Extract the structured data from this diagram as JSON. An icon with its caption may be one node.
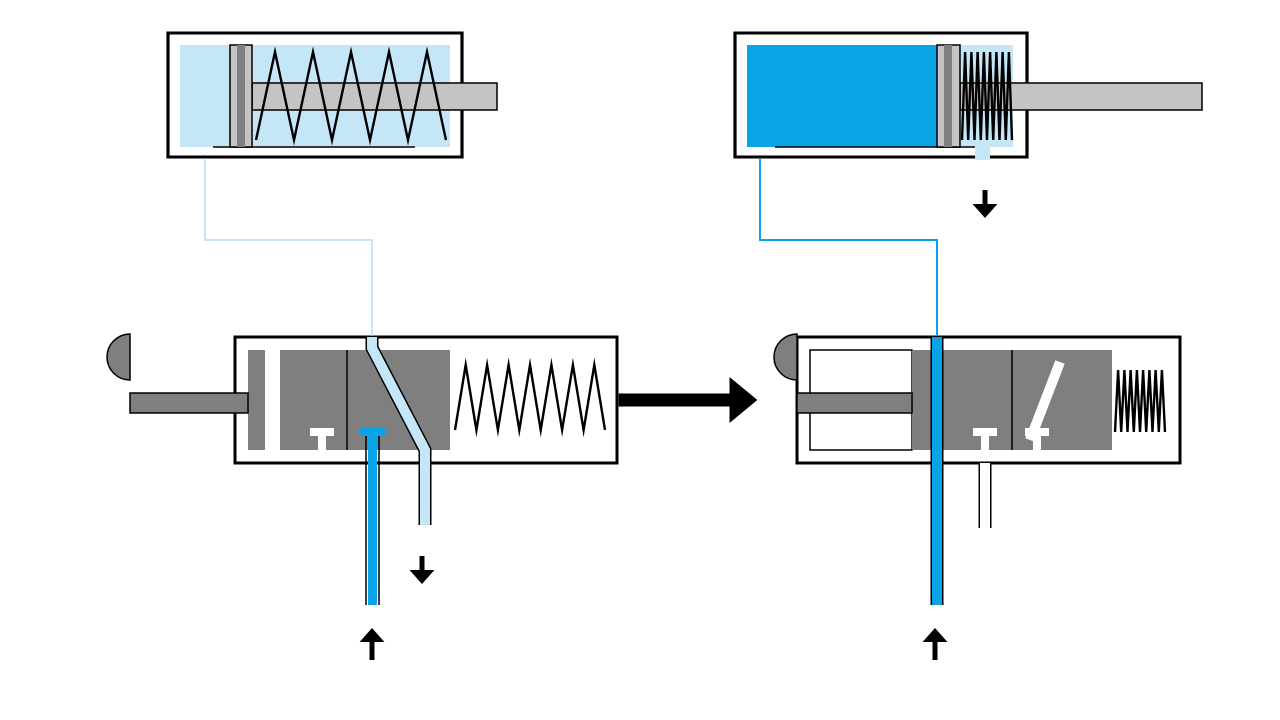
{
  "diagram": {
    "nodes": [
      {
        "text": [],
        "shape": "cylinder"
      },
      {
        "text": [],
        "shape": "box"
      },
      {
        "text": [],
        "shape": "cylinder"
      },
      {
        "text": [],
        "shape": "box"
      }
    ],
    "edges": [
      {
        "from": 1,
        "to": 0,
        "arrow": "none",
        "color": "#c5e6f7"
      },
      {
        "from": 3,
        "to": 2,
        "arrow": "none",
        "color": "#0aa4e6"
      },
      {
        "from": 1,
        "to": 3,
        "arrow": "to",
        "style": "thick",
        "color": "#000000"
      }
    ]
  }
}
